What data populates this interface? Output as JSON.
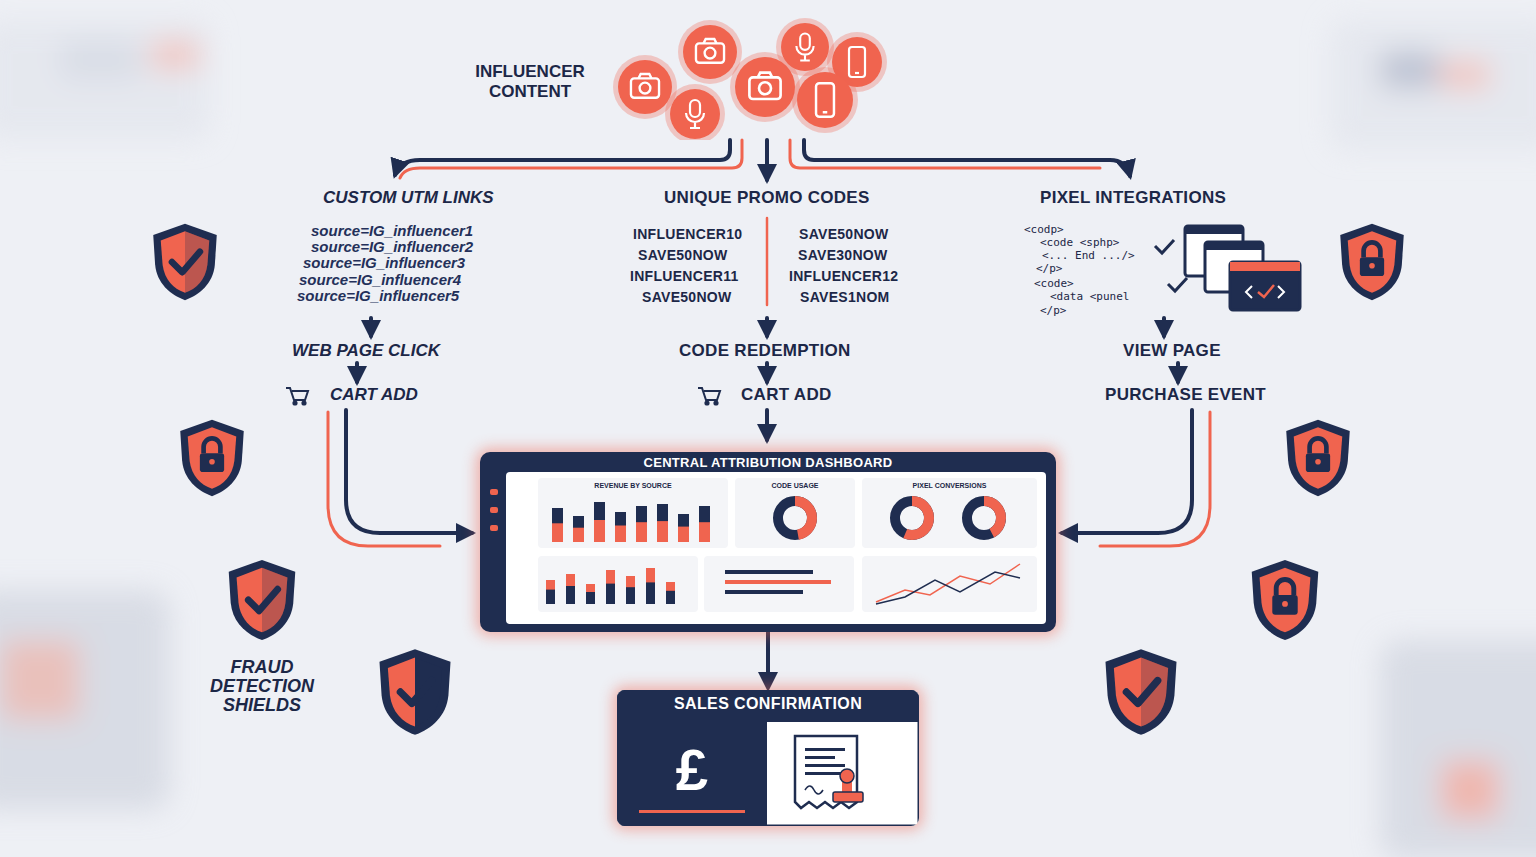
{
  "diagram": {
    "nodes": [
      {
        "text": [
          "INFLUENCER CONTENT"
        ]
      },
      {
        "text": [
          "CENTRAL ATTRIBUTION DASHBOARD"
        ]
      },
      {
        "text": [
          "REVENUE BY SOURCE"
        ],
        "in": 1
      },
      {
        "text": [
          "CODE USAGE"
        ],
        "in": 1
      },
      {
        "text": [
          "PIXEL CONVERSIONS"
        ],
        "in": 1
      },
      {
        "text": [
          "SALES CONFIRMATION",
          "£"
        ]
      }
    ],
    "edges": [
      {
        "from": 1,
        "to": 5,
        "arrow": "to"
      }
    ],
    "labels": [
      "CUSTOM UTM LINKS",
      "source=IG_influencer1",
      "source=IG_influencer2",
      "source=IG_influencer3",
      "source=IG_influencer4",
      "source=IG_influencer5",
      "UNIQUE PROMO CODES",
      "INFLUENCER10",
      "SAVE50NOW",
      "INFLUENCER11",
      "SAVE50NOW",
      "SAVE50NOW",
      "SAVE30NOW",
      "INFLUENCER12",
      "SAVES1NOM",
      "PIXEL INTEGRATIONS",
      "<codp>",
      "<code <sphp>",
      "<... End .../>",
      "</p>",
      "<code>",
      "<data <punel",
      "</p>",
      "WEB PAGE CLICK",
      "CART ADD",
      "CODE REDEMPTION",
      "CART ADD",
      "VIEW PAGE",
      "PURCHASE EVENT",
      "FRAUD DETECTION SHIELDS"
    ]
  }
}
